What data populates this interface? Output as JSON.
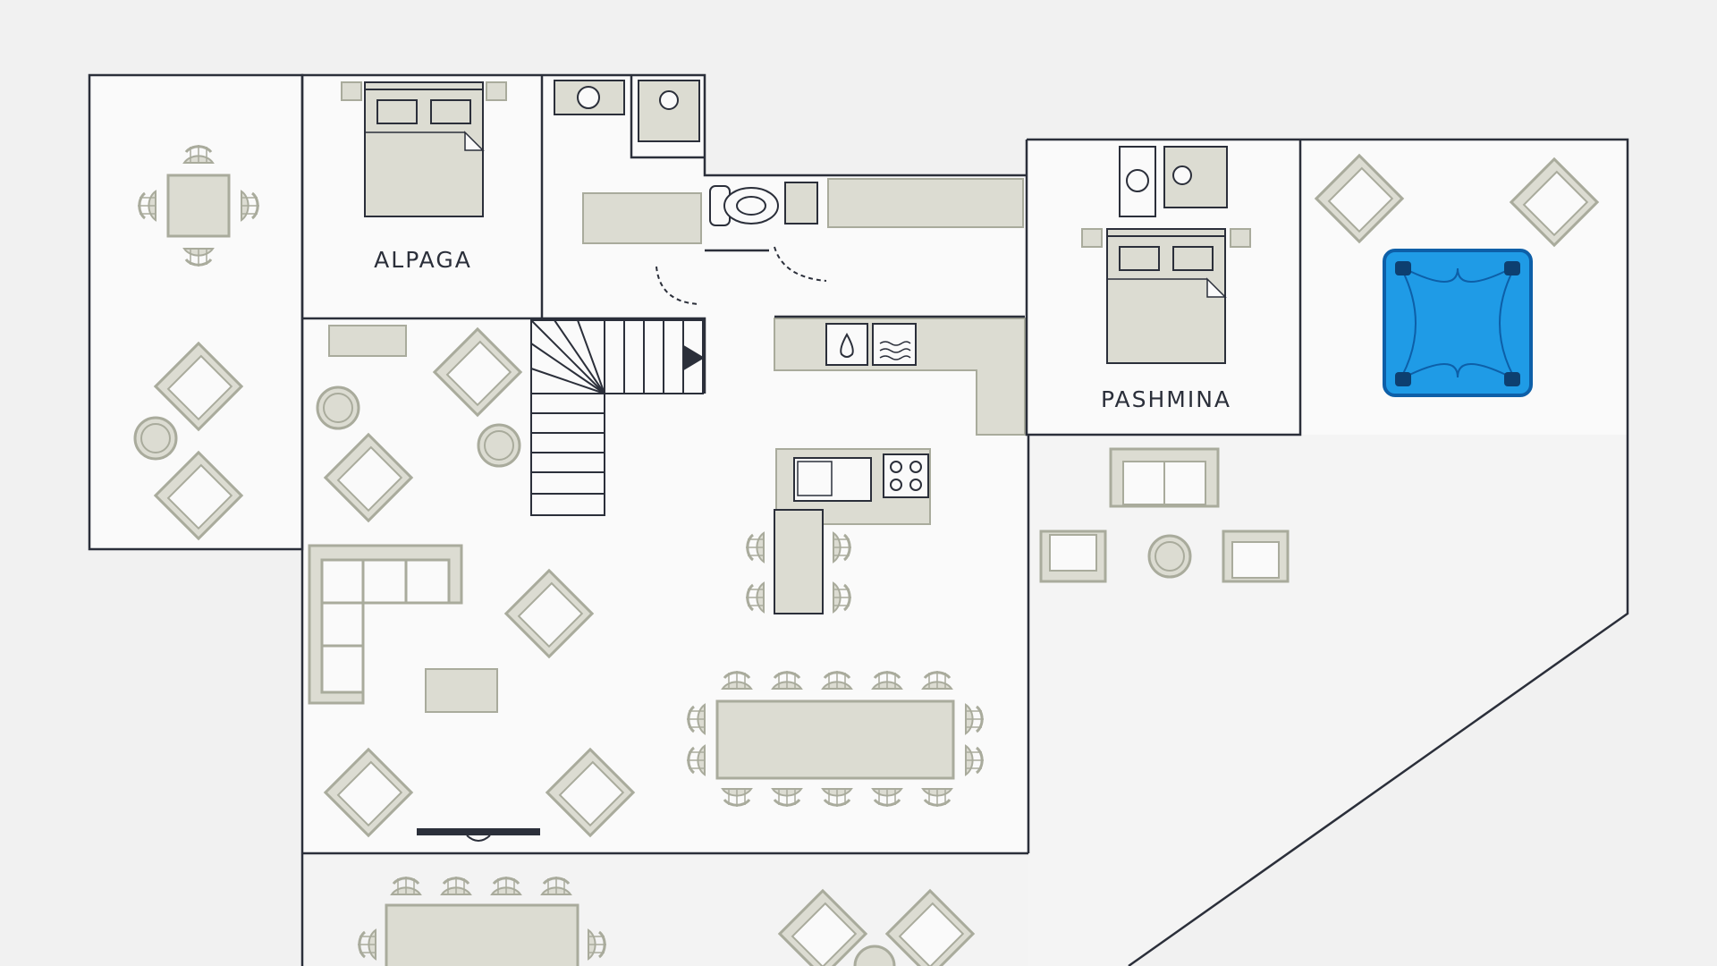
{
  "floor_plan": {
    "rooms": [
      {
        "id": "alpaga",
        "label": "ALPAGA"
      },
      {
        "id": "pashmina",
        "label": "PASHMINA"
      }
    ],
    "colors": {
      "background": "#f1f1f1",
      "floor": "#fafafa",
      "wall": "#2b2f3a",
      "furniture": "#dcdcd2",
      "furniture_stroke": "#a9ab9c",
      "hot_tub": "#1f9be6",
      "hot_tub_dark": "#0d5fa8"
    },
    "icons": [
      "bed-icon",
      "armchair-icon",
      "sofa-icon",
      "dining-table-icon",
      "chair-icon",
      "toilet-icon",
      "sink-icon",
      "stove-icon",
      "oven-icon",
      "staircase-icon",
      "hot-tub-icon",
      "side-table-icon",
      "tv-icon"
    ]
  }
}
